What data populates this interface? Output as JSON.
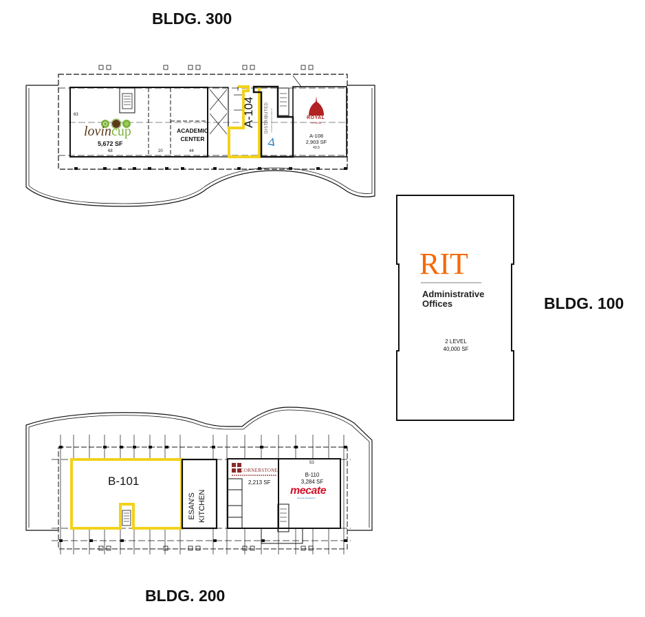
{
  "buildings": {
    "b300": {
      "label": "BLDG. 300",
      "suites": {
        "lovincup": {
          "logo_left": "lovin",
          "logo_right": "cup",
          "area": "5,672 SF",
          "dim1": "63",
          "dim2": "68"
        },
        "academic": {
          "line1": "ACADEMIC",
          "line2": "CENTER",
          "dim": "44",
          "dim_mid": "20"
        },
        "a104": {
          "label": "A-104",
          "highlighted": true
        },
        "distributed": {
          "name": "DISTRIBUTED",
          "sub": "TECHNOLOGIES GROUP"
        },
        "a108": {
          "logo": "ROYAL",
          "logo_sub": "OF INDIA",
          "label": "A-108",
          "area": "2,903 SF",
          "dim": "43.5"
        }
      }
    },
    "b100": {
      "label": "BLDG. 100",
      "logo": "RIT",
      "name_line1": "Administrative",
      "name_line2": "Offices",
      "levels": "2 LEVEL",
      "area": "40,000 SF",
      "brand_color": "#F76902"
    },
    "b200": {
      "label": "BLDG. 200",
      "suites": {
        "b101": {
          "label": "B-101",
          "highlighted": true
        },
        "esans": {
          "line1": "ESAN'S",
          "line2": "KITCHEN"
        },
        "cornerstone": {
          "logo": "CORNERSTONE",
          "area": "2,213 SF"
        },
        "b110": {
          "dim": "53",
          "label": "B-110",
          "area": "3,284 SF",
          "logo": "mecate",
          "logo_sub": "Mexican Restaurant"
        }
      }
    }
  },
  "colors": {
    "highlight": "#F2D21B",
    "line": "#111111",
    "lovincup_green": "#7DB33B",
    "lovincup_brown": "#5A3A1A",
    "royal_red": "#B22222",
    "cornerstone_red": "#8B2A2A",
    "mecate_red": "#D0142A"
  }
}
